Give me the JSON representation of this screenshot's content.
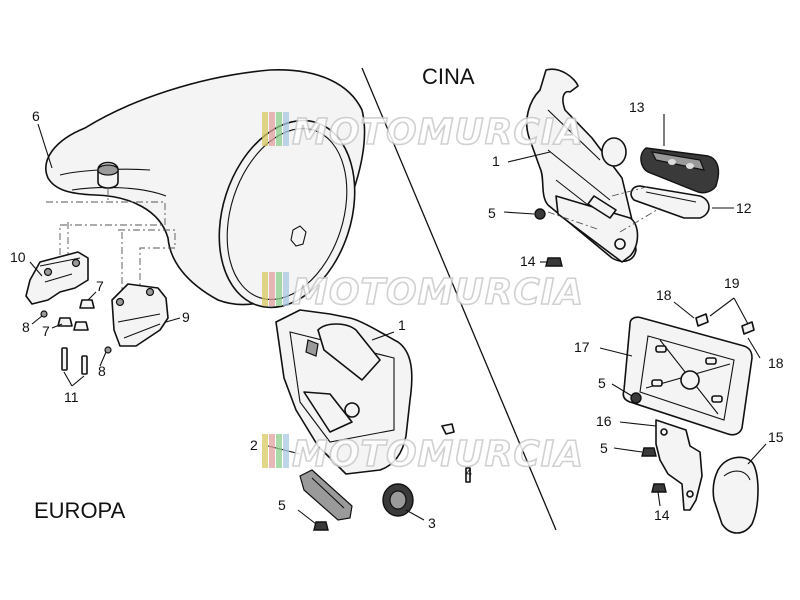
{
  "regions": {
    "china": "CINA",
    "europe": "EUROPA"
  },
  "watermark": {
    "text": "MOTOMURCIA",
    "stripe_colors": [
      "#d8c860",
      "#e0a0a0",
      "#8ccf8c",
      "#a8c8e0"
    ]
  },
  "callouts": {
    "c1_china": "1",
    "c13": "13",
    "c12": "12",
    "c5_china": "5",
    "c14_china": "14",
    "c6": "6",
    "c10": "10",
    "c7_a": "7",
    "c7_b": "7",
    "c8_a": "8",
    "c8_b": "8",
    "c9": "9",
    "c11": "11",
    "c1_eu": "1",
    "c2": "2",
    "c5_eu": "5",
    "c3": "3",
    "c18_a": "18",
    "c19": "19",
    "c18_b": "18",
    "c17": "17",
    "c5_b": "5",
    "c16": "16",
    "c5_c": "5",
    "c15": "15",
    "c14_b": "14",
    "c4": "4"
  }
}
